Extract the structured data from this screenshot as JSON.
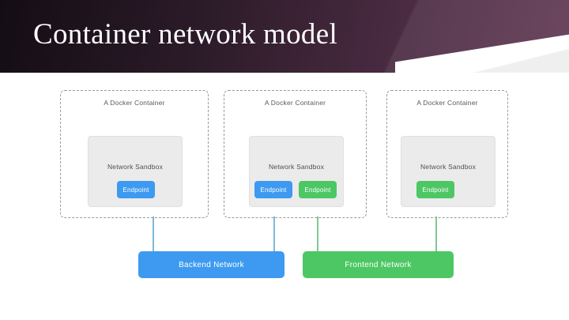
{
  "slide": {
    "title": "Container network model"
  },
  "diagram": {
    "containers": [
      {
        "label": "A Docker Container",
        "sandbox_label": "Network Sandbox",
        "endpoints": [
          {
            "label": "Endpoint",
            "color": "blue"
          }
        ]
      },
      {
        "label": "A Docker Container",
        "sandbox_label": "Network Sandbox",
        "endpoints": [
          {
            "label": "Endpoint",
            "color": "blue"
          },
          {
            "label": "Endpoint",
            "color": "green"
          }
        ]
      },
      {
        "label": "A Docker Container",
        "sandbox_label": "Network Sandbox",
        "endpoints": [
          {
            "label": "Endpoint",
            "color": "green"
          }
        ]
      }
    ],
    "networks": [
      {
        "label": "Backend Network",
        "color": "blue"
      },
      {
        "label": "Frontend Network",
        "color": "green"
      }
    ]
  },
  "colors": {
    "blue": "#3d9af0",
    "green": "#4cc764",
    "container_border": "#9a9a9a",
    "sandbox_fill": "#ebebeb",
    "banner_dark": "#140d14",
    "banner_light": "#5e3450"
  }
}
